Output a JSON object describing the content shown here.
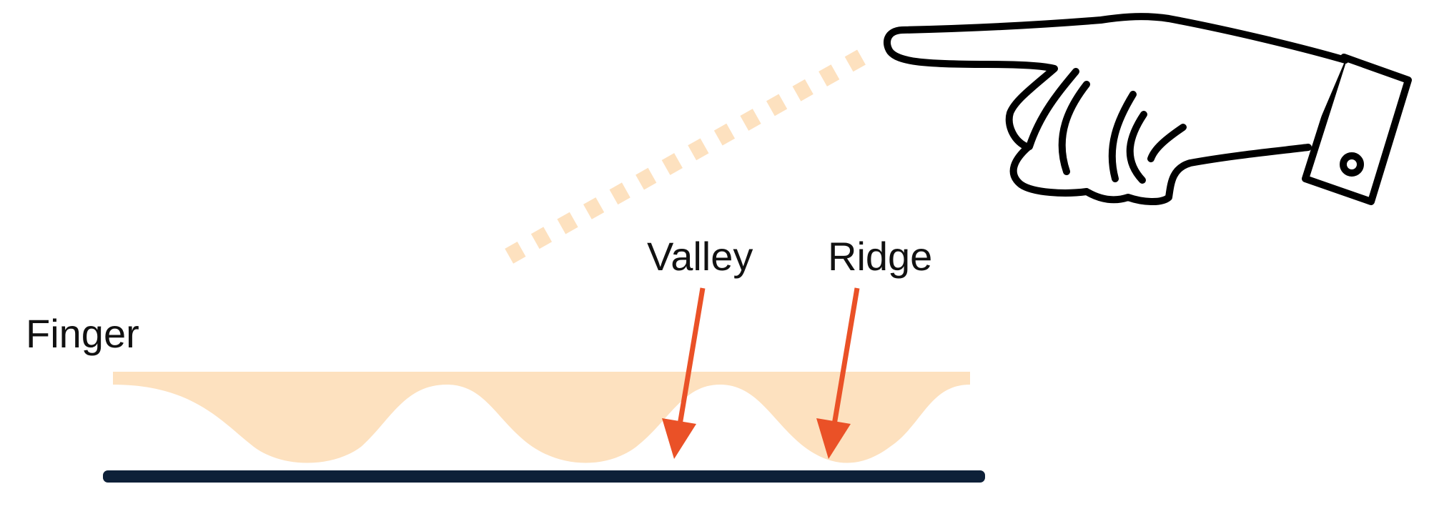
{
  "labels": {
    "finger": "Finger",
    "valley": "Valley",
    "ridge": "Ridge"
  },
  "colors": {
    "skin": "#fde1bf",
    "sensor": "#0d2038",
    "arrow": "#ea5127",
    "outline": "#000000"
  },
  "icons": {
    "hand": "pointing-hand-icon"
  }
}
